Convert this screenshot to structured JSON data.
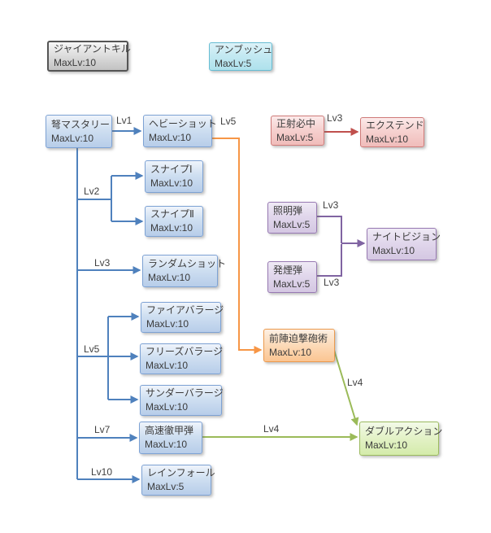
{
  "diagram_title": "bowgun-skill-tree",
  "nodes": [
    {
      "label": "ジャイアントキル",
      "max": "MaxLv:10",
      "theme": "gray"
    },
    {
      "label": "アンブッシュ",
      "max": "MaxLv:5",
      "theme": "cyan"
    },
    {
      "label": "弩マスタリー",
      "max": "MaxLv:10",
      "theme": "blue"
    },
    {
      "label": "ヘビーショット",
      "max": "MaxLv:10",
      "theme": "blue"
    },
    {
      "label": "スナイプⅠ",
      "max": "MaxLv:10",
      "theme": "blue"
    },
    {
      "label": "スナイプⅡ",
      "max": "MaxLv:10",
      "theme": "blue"
    },
    {
      "label": "ランダムショット",
      "max": "MaxLv:10",
      "theme": "blue"
    },
    {
      "label": "ファイアバラージ",
      "max": "MaxLv:10",
      "theme": "blue"
    },
    {
      "label": "フリーズバラージ",
      "max": "MaxLv:10",
      "theme": "blue"
    },
    {
      "label": "サンダーバラージ",
      "max": "MaxLv:10",
      "theme": "blue"
    },
    {
      "label": "高速徹甲弾",
      "max": "MaxLv:10",
      "theme": "blue"
    },
    {
      "label": "レインフォール",
      "max": "MaxLv:5",
      "theme": "blue"
    },
    {
      "label": "正射必中",
      "max": "MaxLv:5",
      "theme": "red"
    },
    {
      "label": "エクステンド",
      "max": "MaxLv:10",
      "theme": "red"
    },
    {
      "label": "照明弾",
      "max": "MaxLv:5",
      "theme": "purple"
    },
    {
      "label": "発煙弾",
      "max": "MaxLv:5",
      "theme": "purple"
    },
    {
      "label": "ナイトビジョン",
      "max": "MaxLv:10",
      "theme": "purple"
    },
    {
      "label": "前陣迫撃砲術",
      "max": "MaxLv:10",
      "theme": "orange"
    },
    {
      "label": "ダブルアクション",
      "max": "MaxLv:10",
      "theme": "green"
    }
  ],
  "edge_labels": {
    "mastery_heavyshot": "Lv1",
    "mastery_snipe": "Lv2",
    "mastery_randomshot": "Lv3",
    "mastery_barrage": "Lv5",
    "mastery_rapidshell": "Lv7",
    "mastery_rainfall": "Lv10",
    "heavyshot_mortar": "Lv5",
    "trueshot_extend": "Lv3",
    "flare_nightvision": "Lv3",
    "smoke_nightvision": "Lv3",
    "mortar_doubleaction": "Lv4",
    "rapidshell_doubleaction": "Lv4"
  },
  "colors": {
    "edge_blue": "#4f81bd",
    "edge_red": "#c0504d",
    "edge_purple": "#8064a2",
    "edge_orange": "#f79646",
    "edge_green": "#9bbb59",
    "box_blue_border": "#7da2d4",
    "box_red_border": "#cf7b79",
    "box_purple_border": "#9779b2",
    "box_orange_border": "#ec9a4e",
    "box_green_border": "#9cba5f",
    "box_cyan_border": "#68bdd3",
    "box_gray_border": "#555555",
    "background": "#ffffff",
    "text": "#3b3b3b"
  }
}
